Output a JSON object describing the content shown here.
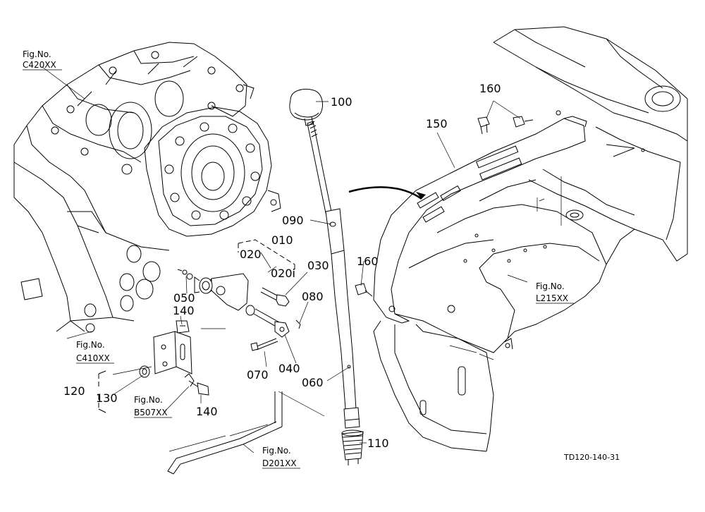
{
  "part_numbers": {
    "p010": "010",
    "p020": "020",
    "p020i": "020i",
    "p030": "030",
    "p040": "040",
    "p050": "050",
    "p060": "060",
    "p070": "070",
    "p080": "080",
    "p090": "090",
    "p100": "100",
    "p110": "110",
    "p120": "120",
    "p130": "130",
    "p140a": "140",
    "p140b": "140",
    "p150": "150",
    "p160a": "160",
    "p160b": "160"
  },
  "fig_refs": {
    "c420": {
      "label": "Fig.No.",
      "code": "C420XX"
    },
    "c410": {
      "label": "Fig.No.",
      "code": "C410XX"
    },
    "b507": {
      "label": "Fig.No.",
      "code": "B507XX"
    },
    "d201": {
      "label": "Fig.No.",
      "code": "D201XX"
    },
    "l215": {
      "label": "Fig.No.",
      "code": "L215XX"
    }
  },
  "drawing_code": "TD120-140-31"
}
